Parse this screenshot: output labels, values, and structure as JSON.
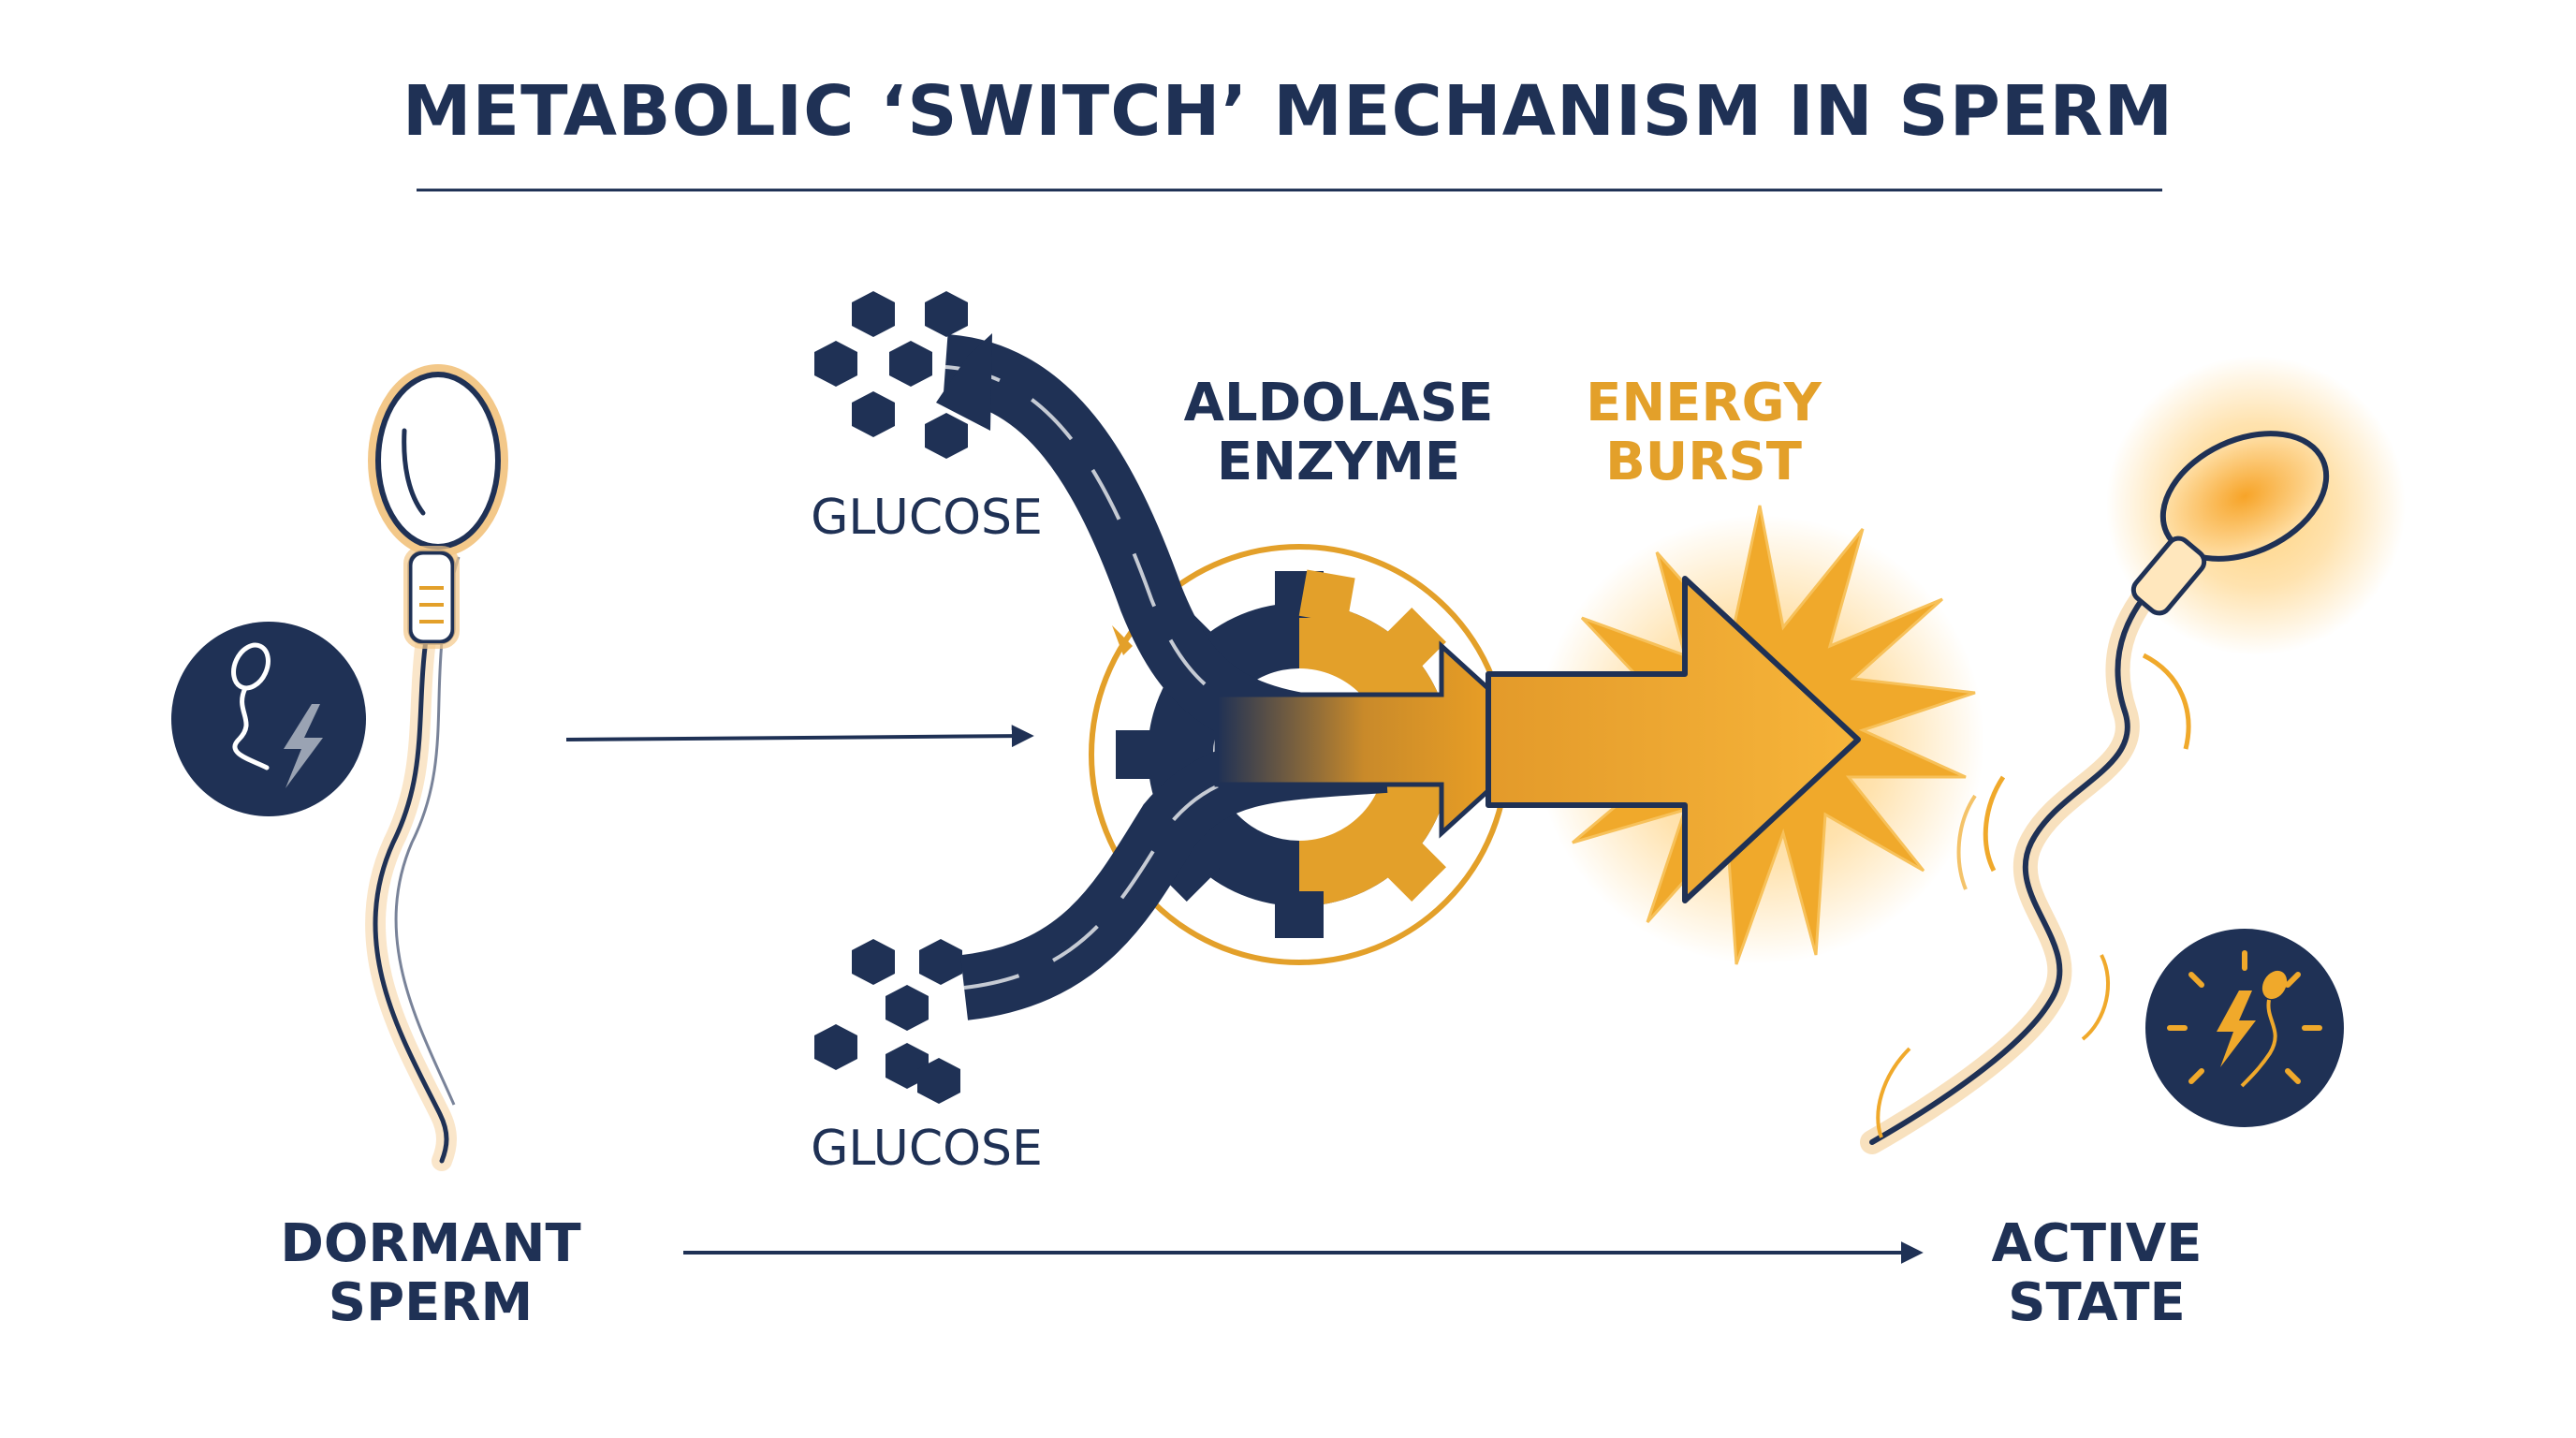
{
  "title": "METABOLIC ‘SWITCH’ MECHANISM IN SPERM",
  "labels": {
    "glucose_top": "GLUCOSE",
    "glucose_bottom": "GLUCOSE",
    "enzyme_line1": "ALDOLASE",
    "enzyme_line2": "ENZYME",
    "energy_line1": "ENERGY",
    "energy_line2": "BURST",
    "dormant_line1": "DORMANT",
    "dormant_line2": "SPERM",
    "active_line1": "ACTIVE",
    "active_line2": "STATE"
  },
  "colors": {
    "navy": "#1f3155",
    "gold": "#e3a02a",
    "orange": "#f5a623",
    "background": "#ffffff"
  },
  "icons": {
    "dormant_badge": "sperm-with-lightning-icon",
    "active_badge": "sperm-with-lightning-icon",
    "glucose": "hexagon-molecule-icon",
    "enzyme": "gear-icon",
    "energy": "starburst-icon"
  }
}
